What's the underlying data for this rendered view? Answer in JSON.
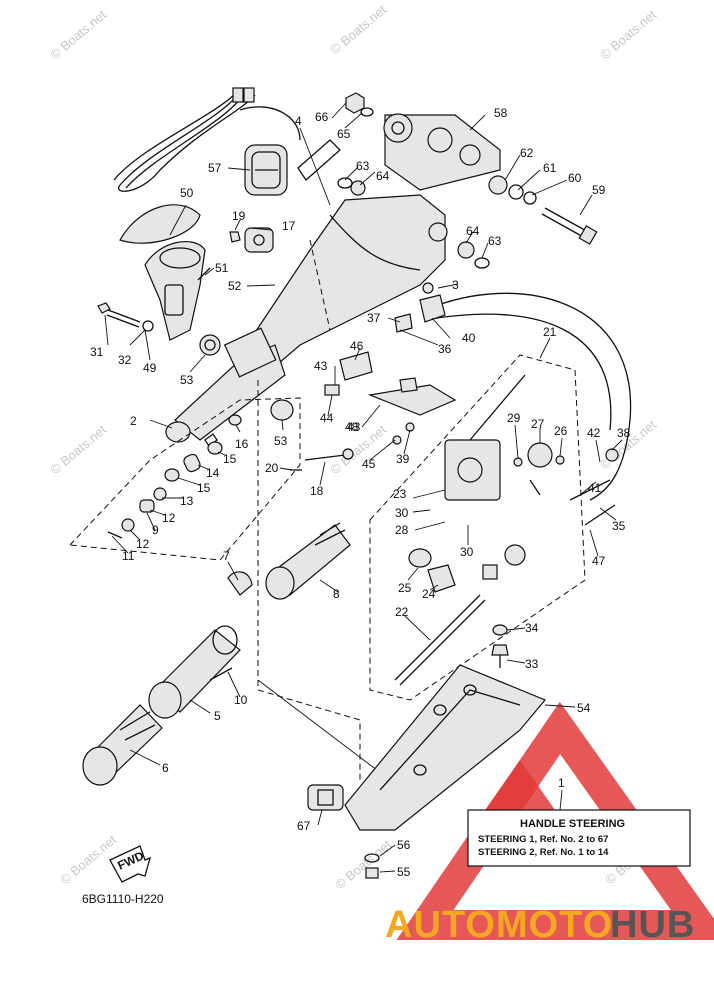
{
  "diagram_code": "6BG1110-H220",
  "fwd_label": "FWD",
  "legend": {
    "title": "HANDLE STEERING",
    "line1": "STEERING 1,  Ref. No. 2 to 67",
    "line2": "STEERING 2,  Ref. No. 1 to 14"
  },
  "watermark": "© Boats.net",
  "logo": {
    "part1": "AUTOMOTO",
    "part2": "HUB",
    "color_primary": "#f5a623",
    "color_secondary": "#555555",
    "triangle_color": "#e23a3a"
  },
  "callouts": [
    "1",
    "2",
    "3",
    "4",
    "5",
    "6",
    "7",
    "8",
    "9",
    "10",
    "11",
    "12",
    "12",
    "13",
    "14",
    "15",
    "15",
    "16",
    "17",
    "18",
    "19",
    "20",
    "21",
    "22",
    "23",
    "24",
    "25",
    "26",
    "27",
    "28",
    "29",
    "30",
    "30",
    "31",
    "32",
    "33",
    "34",
    "35",
    "36",
    "37",
    "38",
    "39",
    "40",
    "41",
    "42",
    "43",
    "43",
    "44",
    "45",
    "46",
    "47",
    "48",
    "49",
    "50",
    "51",
    "52",
    "53",
    "53",
    "54",
    "55",
    "56",
    "57",
    "58",
    "59",
    "60",
    "61",
    "62",
    "63",
    "63",
    "64",
    "64",
    "65",
    "66",
    "67"
  ]
}
